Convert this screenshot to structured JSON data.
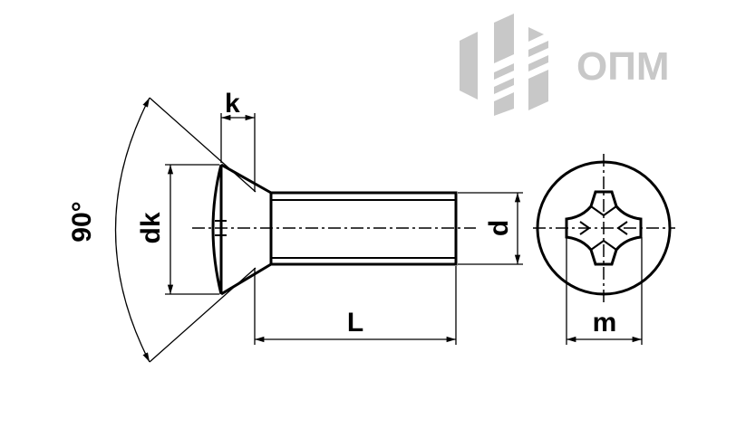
{
  "logo": {
    "text": "ОПМ",
    "color": "#c8c8c8"
  },
  "labels": {
    "k": "k",
    "dk": "dk",
    "angle": "90°",
    "d": "d",
    "L": "L",
    "m": "m"
  },
  "line_color": "#000000"
}
